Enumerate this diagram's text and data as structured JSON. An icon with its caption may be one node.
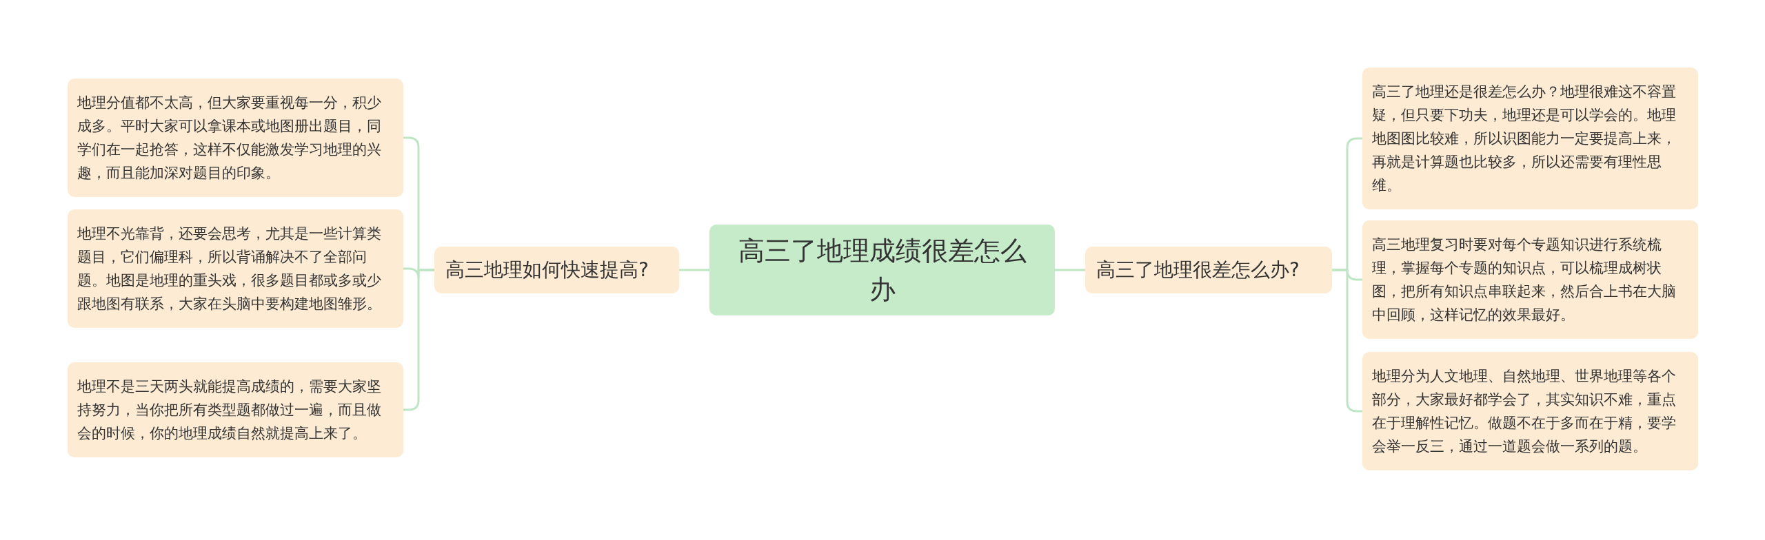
{
  "diagram": {
    "nodes": [
      {
        "text": [
          "高三了地理成绩很差怎么办"
        ]
      },
      {
        "text": [
          "高三地理如何快速提高?"
        ]
      },
      {
        "text": [
          "地理分值都不太高，但大家要重视每一分，积少成多。平时大家可以拿课本或地图册出题目，同学们在一起抢答，这样不仅能激发学习地理的兴趣，而且能加深对题目的印象。"
        ]
      },
      {
        "text": [
          "地理不光靠背，还要会思考，尤其是一些计算类题目，它们偏理科，所以背诵解决不了全部问题。地图是地理的重头戏，很多题目都或多或少跟地图有联系，大家在头脑中要构建地图雏形。"
        ]
      },
      {
        "text": [
          "地理不是三天两头就能提高成绩的，需要大家坚持努力，当你把所有类型题都做过一遍，而且做会的时候，你的地理成绩自然就提高上来了。"
        ]
      },
      {
        "text": [
          "高三了地理很差怎么办?"
        ]
      },
      {
        "text": [
          "高三了地理还是很差怎么办？地理很难这不容置疑，但只要下功夫，地理还是可以学会的。地理地图图比较难，所以识图能力一定要提高上来，再就是计算题也比较多，所以还需要有理性思维。"
        ]
      },
      {
        "text": [
          "高三地理复习时要对每个专题知识进行系统梳理，掌握每个专题的知识点，可以梳理成树状图，把所有知识点串联起来，然后合上书在大脑中回顾，这样记忆的效果最好。"
        ]
      },
      {
        "text": [
          "地理分为人文地理、自然地理、世界地理等各个部分，大家最好都学会了，其实知识不难，重点在于理解性记忆。做题不在于多而在于精，要学会举一反三，通过一道题会做一系列的题。"
        ]
      }
    ],
    "edges": [
      {
        "from": 0,
        "to": 1,
        "arrow": "none"
      },
      {
        "from": 1,
        "to": 2,
        "arrow": "none"
      },
      {
        "from": 1,
        "to": 3,
        "arrow": "none"
      },
      {
        "from": 1,
        "to": 4,
        "arrow": "none"
      },
      {
        "from": 0,
        "to": 5,
        "arrow": "none"
      },
      {
        "from": 5,
        "to": 6,
        "arrow": "none"
      },
      {
        "from": 5,
        "to": 7,
        "arrow": "none"
      },
      {
        "from": 5,
        "to": 8,
        "arrow": "none"
      }
    ]
  }
}
